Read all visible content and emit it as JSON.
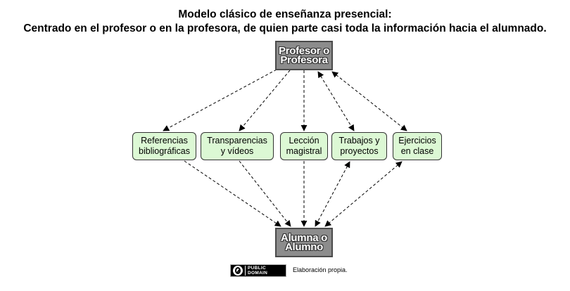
{
  "title": {
    "line1": "Modelo clásico de enseñanza presencial:",
    "line2": "Centrado en el profesor o en la profesora, de quien parte casi toda la información hacia el alumnado."
  },
  "nodes": {
    "teacher": {
      "line1": "Profesor o",
      "line2": "Profesora"
    },
    "student": {
      "line1": "Alumna o",
      "line2": "Alumno"
    },
    "resources": [
      {
        "id": "referencias",
        "line1": "Referencias",
        "line2": "bibliográficas",
        "flow": "one-way"
      },
      {
        "id": "transparencias",
        "line1": "Transparencias",
        "line2": "y vídeos",
        "flow": "one-way"
      },
      {
        "id": "leccion",
        "line1": "Lección",
        "line2": "magistral",
        "flow": "one-way"
      },
      {
        "id": "trabajos",
        "line1": "Trabajos y",
        "line2": "proyectos",
        "flow": "two-way"
      },
      {
        "id": "ejercicios",
        "line1": "Ejercicios",
        "line2": "en clase",
        "flow": "two-way"
      }
    ]
  },
  "license": {
    "badge_line1": "PUBLIC",
    "badge_line2": "DOMAIN",
    "credit": "Elaboración propia."
  },
  "colors": {
    "node_gray": "#8c8c8c",
    "node_green": "#dcf8d4",
    "arrow": "#000000"
  }
}
